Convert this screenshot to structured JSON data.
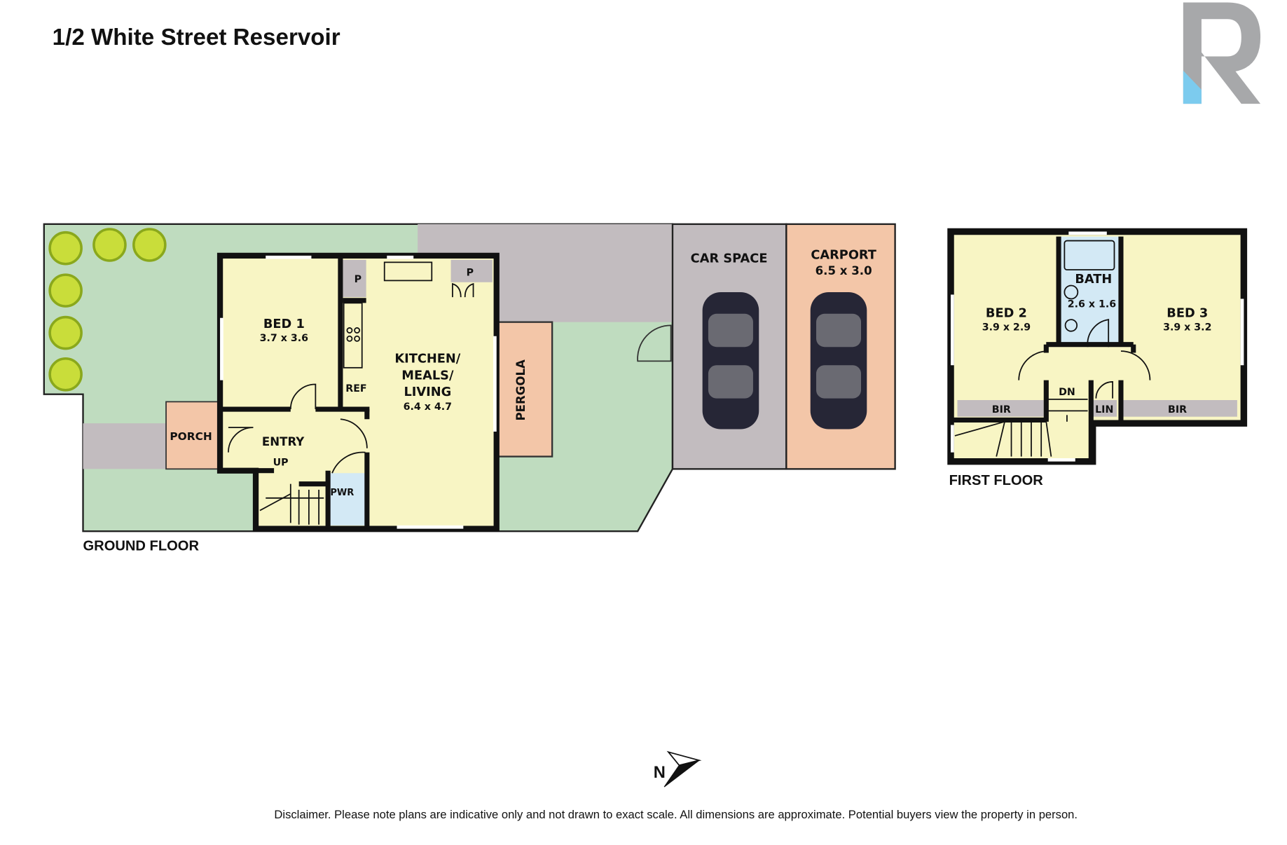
{
  "title": "1/2  White Street Reservoir",
  "logo": {
    "letter": "R",
    "colors": {
      "gray": "#a7a8aa",
      "blue": "#7ccbee"
    }
  },
  "ground_floor": {
    "label": "GROUND FLOOR",
    "rooms": {
      "bed1": {
        "name": "BED 1",
        "dims": "3.7 x 3.6"
      },
      "kitchen": {
        "name_lines": [
          "KITCHEN/",
          "MEALS/",
          "LIVING"
        ],
        "dims": "6.4 x 4.7"
      },
      "pergola": "PERGOLA",
      "porch": "PORCH",
      "entry": "ENTRY",
      "up": "UP",
      "pwr": "PWR",
      "ref": "REF",
      "pantry1": "P",
      "pantry2": "P",
      "car_space": "CAR SPACE",
      "carport": {
        "name": "CARPORT",
        "dims": "6.5 x 3.0"
      }
    }
  },
  "first_floor": {
    "label": "FIRST FLOOR",
    "rooms": {
      "bed2": {
        "name": "BED 2",
        "dims": "3.9 x 2.9"
      },
      "bath": {
        "name": "BATH",
        "dims": "2.6 x 1.6"
      },
      "bed3": {
        "name": "BED 3",
        "dims": "3.9 x 3.2"
      },
      "bir1": "BIR",
      "bir2": "BIR",
      "lin": "LIN",
      "dn": "DN"
    }
  },
  "compass": {
    "label": "N"
  },
  "disclaimer": "Disclaimer. Please note plans are indicative only and not drawn to exact scale. All dimensions are approximate. Potential buyers view the property in person.",
  "colors": {
    "garden": "#bfdcbf",
    "paving": "#c2bcbf",
    "room": "#f8f5c4",
    "wet": "#d3e9f5",
    "outdoor": "#f3c6a8",
    "wall": "#111111"
  }
}
